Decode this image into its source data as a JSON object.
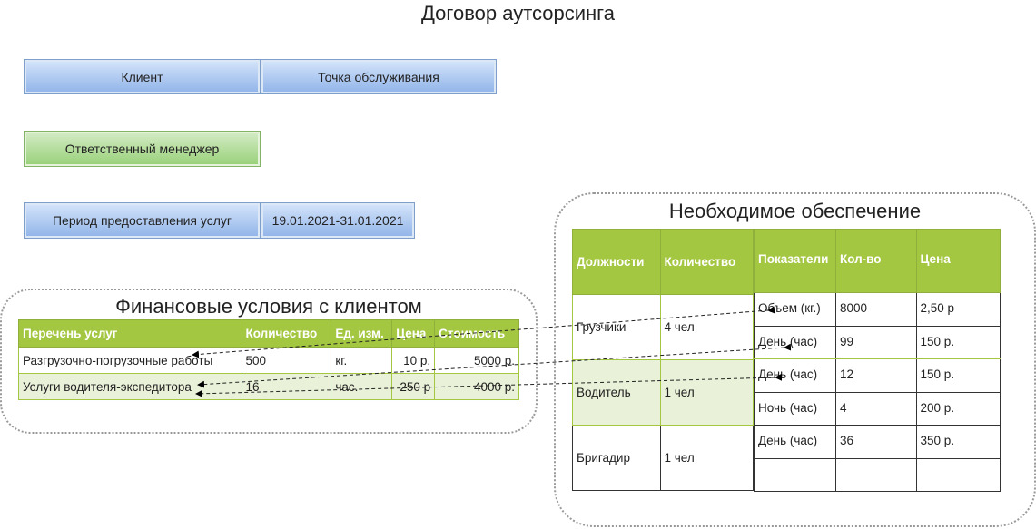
{
  "title": "Договор аутсорсинга",
  "client": "Клиент",
  "service_point": "Точка обслуживания",
  "manager": "Ответственный менеджер",
  "period_label": "Период предоставления услуг",
  "period_value": "19.01.2021-31.01.2021",
  "finance": {
    "title": "Финансовые условия с клиентом",
    "headers": [
      "Перечень услуг",
      "Количество",
      "Ед. изм.",
      "Цена",
      "Стоимость"
    ],
    "rows": [
      [
        "Разгрузочно-погрузочные работы",
        "500",
        "кг.",
        "10 р.",
        "5000 р."
      ],
      [
        "Услуги водителя-экспедитора",
        "16",
        "час.",
        "250 р",
        "4000 р."
      ]
    ]
  },
  "supply": {
    "title": "Необходимое обеспечение",
    "staff_headers": [
      "Должности",
      "Количество"
    ],
    "staff_rows": [
      [
        "Грузчики",
        "4 чел"
      ],
      [
        "Водитель",
        "1 чел"
      ],
      [
        "Бригадир",
        "1 чел"
      ]
    ],
    "ind_headers": [
      "Показатели",
      "Кол-во",
      "Цена"
    ],
    "ind_rows": [
      [
        "Объем (кг.)",
        "8000",
        "2,50 р"
      ],
      [
        "День (час)",
        "99",
        "150 р."
      ],
      [
        "День (час)",
        "12",
        "150 р."
      ],
      [
        "Ночь (час)",
        "4",
        "200 р."
      ],
      [
        "День (час)",
        "36",
        "350 р."
      ],
      [
        "",
        "",
        ""
      ]
    ]
  }
}
